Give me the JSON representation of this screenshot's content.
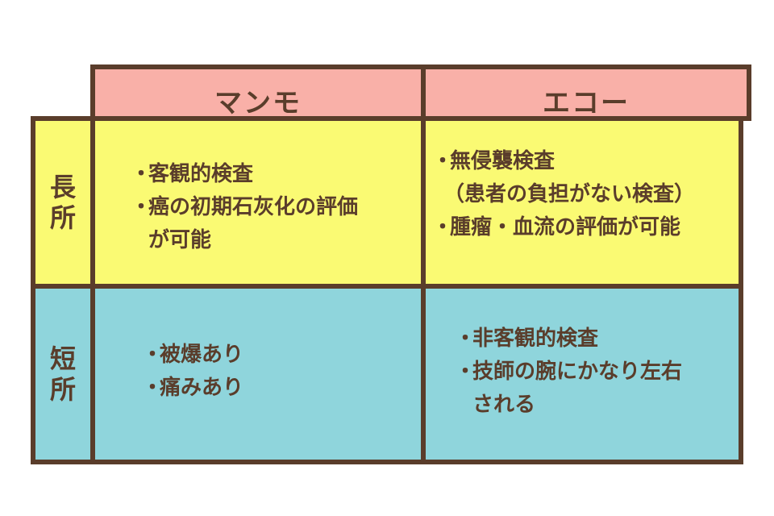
{
  "header": {
    "col1": "マンモ",
    "col2": "エコー"
  },
  "rows": {
    "merit": {
      "label_line1": "長",
      "label_line2": "所"
    },
    "demerit": {
      "label_line1": "短",
      "label_line2": "所"
    }
  },
  "bullet": "・",
  "cells": {
    "mammo_merit": {
      "item1": "客観的検査",
      "item2_line1": "癌の初期石灰化の評価",
      "item2_line2": "が可能"
    },
    "echo_merit": {
      "item1": "無侵襲検査",
      "item1_line2": "（患者の負担がない検査）",
      "item2": "腫瘤・血流の評価が可能"
    },
    "mammo_demerit": {
      "item1": "被爆あり",
      "item2": "痛みあり"
    },
    "echo_demerit": {
      "item1": "非客観的検査",
      "item2_line1": "技師の腕にかなり左右",
      "item2_line2": "される"
    }
  },
  "colors": {
    "border": "#5a3d2b",
    "header": "#f9b0a8",
    "merit": "#fafa73",
    "demerit": "#8fd5dc"
  }
}
